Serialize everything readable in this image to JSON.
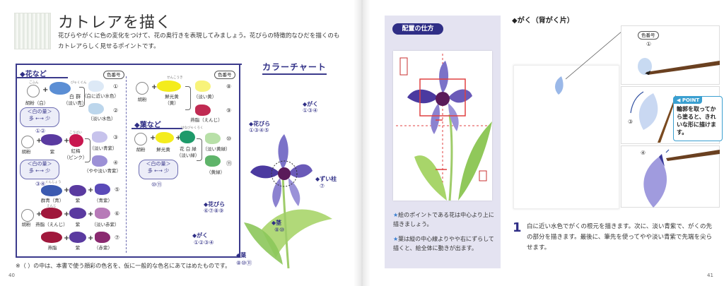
{
  "left_page": {
    "title": "カトレアを描く",
    "intro": "花びらやがくに色の変化をつけて、花の奥行きを表現してみましょう。花びらの特徴的なひだを描くのもカトレアらしく見せるポイントです。",
    "flower_section": {
      "heading": "◆花など",
      "badge": "色番号",
      "rows": [
        {
          "left": "胡粉（白）",
          "mid": "白 群",
          "mid_sub": "（淡い青）",
          "result": "（白に近い水色）",
          "num": "①",
          "ruby_left": "ごふん",
          "ruby_mid": "びゃくぐん"
        },
        {
          "result": "（淡い水色）",
          "num": "②"
        },
        {
          "left": "胡粉",
          "mid": "紫",
          "mid2": "紅梅",
          "mid2_sub": "（ピンク）",
          "result": "（淡い青紫）",
          "num": "③",
          "ruby_mid2": "こうばい"
        },
        {
          "result": "（やや淡い青紫）",
          "num": "④"
        },
        {
          "left": "群青（青）",
          "mid": "紫",
          "result": "（青紫）",
          "num": "⑤",
          "ruby_left": "ぐんじょう"
        },
        {
          "left": "胡粉",
          "mid": "燕脂（えんじ）",
          "mid2": "紫",
          "result": "（淡い赤紫）",
          "num": "⑥",
          "ruby_mid": "えんじ"
        },
        {
          "left": "燕脂",
          "mid": "紫",
          "result": "（赤紫）",
          "num": "⑦"
        }
      ],
      "water1": {
        "top": "＜白の量＞",
        "bottom": "多 ←→ 少",
        "nums": "①②"
      },
      "water2": {
        "top": "＜白の量＞",
        "bottom": "多 ←→ 少",
        "nums": "③④"
      }
    },
    "right_top_section": {
      "badge": "色番号",
      "rows": [
        {
          "left": "胡粉",
          "mid": "鮮光黄",
          "mid_sub": "（黄）",
          "result": "（淡い黄）",
          "num": "⑧",
          "ruby_mid": "せんこうき"
        },
        {
          "result": "燕脂（えんじ）",
          "num": "⑨"
        }
      ]
    },
    "leaf_section": {
      "heading": "◆葉など",
      "badge": "色番号",
      "rows": [
        {
          "left": "胡粉",
          "mid": "鮮光黄",
          "mid2": "花 白 緑",
          "mid2_sub": "（淡い緑）",
          "result": "（淡い黄緑）",
          "num": "⑩",
          "ruby_mid2": "はなびゃくろく"
        },
        {
          "result": "（黄緑）",
          "num": "⑪"
        }
      ],
      "water": {
        "top": "＜白の量＞",
        "bottom": "多 ←→ 少",
        "nums": "⑩⑪"
      }
    },
    "color_chart_title": "カラーチャート",
    "flower_labels": [
      {
        "name": "◆がく",
        "nums": "①③④"
      },
      {
        "name": "◆花びら",
        "nums": "①③④⑤"
      },
      {
        "name": "◆ずい柱",
        "nums": "⑦"
      },
      {
        "name": "◆花びら",
        "nums": "⑥⑦⑧⑨"
      },
      {
        "name": "◆がく",
        "nums": "①②③④"
      },
      {
        "name": "◆茎",
        "nums": "⑧⑩"
      },
      {
        "name": "◆葉",
        "nums": "⑧⑩⑪"
      }
    ],
    "footnote": "※（ ）の中は、本書で使う顔彩の色名を、仮に一般的な色名にあてはめたものです。",
    "page_number": "40"
  },
  "right_page": {
    "howto_label": "配置の仕方",
    "note1": "絵のポイントである花は中心より上に描きましょう。",
    "note2": "葉は縦の中心線よりやや右にずらして描くと、絵全体に動きが出ます。",
    "section_title": "◆がく（背がく片）",
    "panel_badge": "色番号",
    "panel_nums": [
      "①",
      "③",
      "④"
    ],
    "point": {
      "head": "◀ POINT",
      "text": "輪郭を取ってから塗ると、きれいな形に描けます。"
    },
    "step": {
      "num": "1",
      "text": "白に近い水色でがくの根元を描きます。次に、淡い青紫で、がくの先の部分を描きます。最後に、筆先を使ってやや淡い青紫で先端を尖らせます。"
    },
    "page_number": "41"
  },
  "colors": {
    "accent": "#2f2e86",
    "light_blue": "#bcd6ec",
    "violet": "#6a55b8",
    "crimson": "#c8174f",
    "yellow": "#f4ec1c",
    "green": "#2e9e66",
    "purple": "#7a3aa0"
  }
}
